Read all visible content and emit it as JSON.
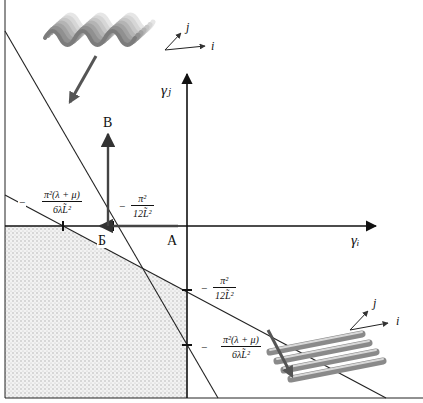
{
  "diagram": {
    "labels": [
      "γⱼ",
      "γᵢ",
      "В",
      "Б",
      "А",
      "−",
      "π²(λ + μ)",
      "6λL̃²",
      "−",
      "π²",
      "12L̃²",
      "−",
      "π²",
      "12L̃²",
      "−",
      "π²(λ + μ)",
      "6λL̃²",
      "j",
      "i",
      "j",
      "i"
    ]
  }
}
